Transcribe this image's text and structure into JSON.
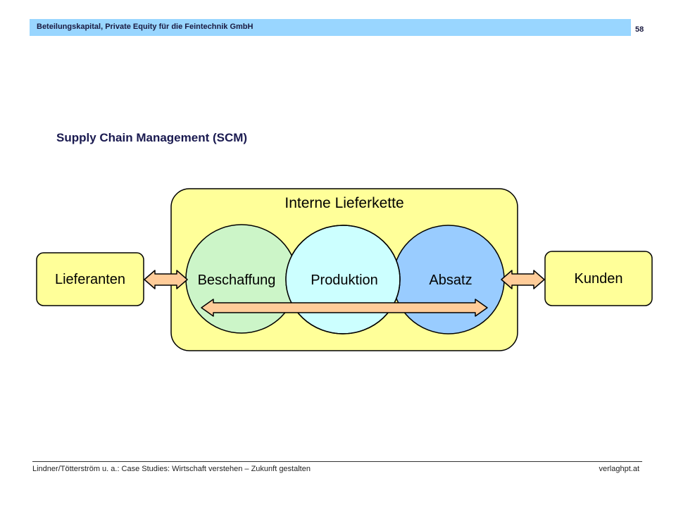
{
  "header": {
    "title": "Beteilungskapital, Private Equity für die Feintechnik GmbH",
    "page_number": "58"
  },
  "section_title": "Supply Chain Management (SCM)",
  "diagram": {
    "container_label": "Interne Lieferkette",
    "left_box_label": "Lieferanten",
    "right_box_label": "Kunden",
    "circles": [
      {
        "label": "Beschaffung",
        "color": "#ccf5c8"
      },
      {
        "label": "Produktion",
        "color": "#ccffff"
      },
      {
        "label": "Absatz",
        "color": "#99ccff"
      }
    ],
    "colors": {
      "container_fill": "#ffff99",
      "box_fill": "#ffff99",
      "arrow_fill": "#ffcc99"
    }
  },
  "footer": {
    "left": "Lindner/Tötterström u. a.: Case Studies: Wirtschaft verstehen – Zukunft gestalten",
    "right": "verlaghpt.at"
  }
}
